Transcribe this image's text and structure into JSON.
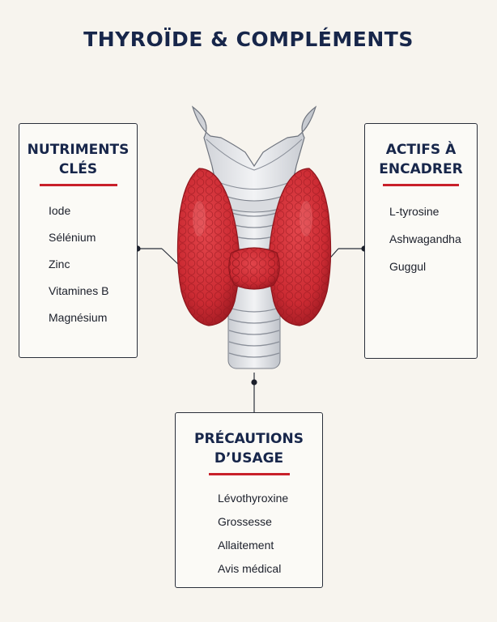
{
  "title": "THYROÏDE & COMPLÉMENTS",
  "panels": {
    "left": {
      "title_line1": "NUTRIMENTS",
      "title_line2": "CLÉS",
      "items": [
        "Iode",
        "Sélénium",
        "Zinc",
        "Vitamines B",
        "Magnésium"
      ]
    },
    "right": {
      "title_line1": "ACTIFS À",
      "title_line2": "ENCADRER",
      "items": [
        "L-tyrosine",
        "Ashwagandha",
        "Guggul"
      ]
    },
    "bottom": {
      "title_line1": "PRÉCAUTIONS",
      "title_line2": "D’USAGE",
      "items": [
        "Lévothyroxine",
        "Grossesse",
        "Allaitement",
        "Avis médical"
      ]
    }
  },
  "colors": {
    "title": "#17264a",
    "accent": "#c8202a",
    "gland": "#d0323a",
    "background": "#f7f4ee"
  }
}
